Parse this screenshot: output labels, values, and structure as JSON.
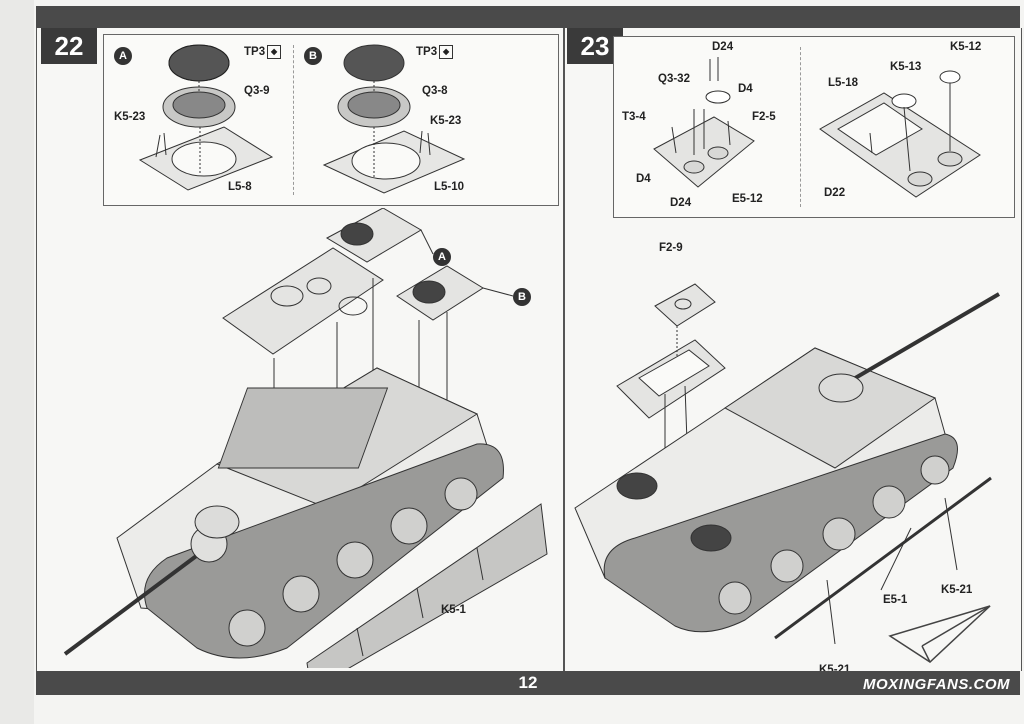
{
  "page": {
    "number": "12",
    "watermark": "MOXINGFANS.COM"
  },
  "step22": {
    "number": "22",
    "detail_a": {
      "tag": "A",
      "labels": {
        "tp3": "TP3",
        "q3": "Q3-9",
        "k5": "K5-23",
        "l5": "L5-8"
      }
    },
    "detail_b": {
      "tag": "B",
      "labels": {
        "tp3": "TP3",
        "q3": "Q3-8",
        "k5": "K5-23",
        "l5": "L5-10"
      }
    },
    "main": {
      "callout_a": "A",
      "callout_b": "B",
      "skirt_label": "K5-1"
    }
  },
  "step23": {
    "number": "23",
    "detail_left": {
      "labels": {
        "d24_top": "D24",
        "q3": "Q3-32",
        "d4_right": "D4",
        "t3": "T3-4",
        "f2": "F2-5",
        "d4_left": "D4",
        "d24_bottom": "D24",
        "e5": "E5-12"
      }
    },
    "detail_right": {
      "labels": {
        "k5_12": "K5-12",
        "k5_13": "K5-13",
        "l5": "L5-18",
        "d22": "D22"
      }
    },
    "main": {
      "f2": "F2-9",
      "e5": "E5-1",
      "k5_right": "K5-21",
      "k5_bottom": "K5-21"
    }
  }
}
